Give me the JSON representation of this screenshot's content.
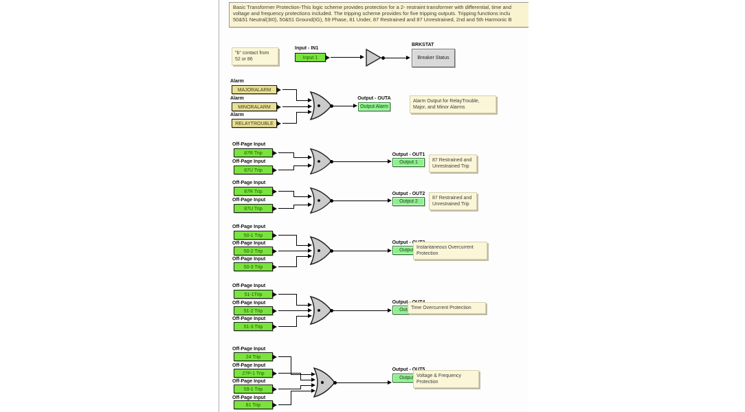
{
  "header": {
    "lines": [
      "Basic Transformer Protection-This logic scheme provides protection for a 2- restraint transformer with differential, time and",
      "voltage and frequency protections included. The tripping scheme provides for five tripping outputs. Tripping functions inclu",
      "50&51 Neutral(3I0), 50&51 Ground(IG), 59 Phase, 81 Under, 87 Restrained and 87 Unrestrained, 2nd and 5th Harmonic B"
    ]
  },
  "breaker": {
    "note": [
      "\"b\" contact from",
      "52 or 86"
    ],
    "input_label": "Input - IN1",
    "input_tag": "Input 1",
    "output_label": "BRKSTAT",
    "output_box": "Breaker Status"
  },
  "sections": [
    {
      "name": "alarm-or",
      "inputs": [
        {
          "label": "Alarm",
          "tag": "MAJORALARM"
        },
        {
          "label": "Alarm",
          "tag": "MINORALARM"
        },
        {
          "label": "Alarm",
          "tag": "RELAYTROUBLE"
        }
      ],
      "output_label": "Output - OUTA",
      "output_tag": "Output Alarm",
      "note": [
        "Alarm Output for RelayTrouble,",
        "Major, and Minor Alarms"
      ]
    },
    {
      "name": "out1-87-trip",
      "inputs": [
        {
          "label": "Off-Page Input",
          "tag": "87R Trip"
        },
        {
          "label": "Off-Page Input",
          "tag": "87U Trip"
        }
      ],
      "output_label": "Output - OUT1",
      "output_tag": "Output 1",
      "note": [
        "87 Restrained and",
        "Unrestrained Trip"
      ]
    },
    {
      "name": "out2-87-trip",
      "inputs": [
        {
          "label": "Off-Page Input",
          "tag": "87R Trip"
        },
        {
          "label": "Off-Page Input",
          "tag": "87U Trip"
        }
      ],
      "output_label": "Output - OUT2",
      "output_tag": "Output 2",
      "note": [
        "87 Restrained and",
        "Unrestrained Trip"
      ]
    },
    {
      "name": "out3-50-trip",
      "inputs": [
        {
          "label": "Off-Page Input",
          "tag": "50-1 Trip"
        },
        {
          "label": "Off-Page Input",
          "tag": "50-2 Trip"
        },
        {
          "label": "Off-Page Input",
          "tag": "50-3 Trip"
        }
      ],
      "output_label": "Output - OUT3",
      "output_tag": "Output 3",
      "note": [
        "Instantaneous Overcurrent",
        "Protection"
      ]
    },
    {
      "name": "out4-51-trip",
      "inputs": [
        {
          "label": "Off-Page Input",
          "tag": "51-1Trip"
        },
        {
          "label": "Off-Page Input",
          "tag": "51-2 Trip"
        },
        {
          "label": "Off-Page Input",
          "tag": "51-3 Trip"
        }
      ],
      "output_label": "Output - OUT4",
      "output_tag": "Output 4",
      "note": [
        "Time Overcurrent Protection"
      ]
    },
    {
      "name": "out5-voltage-freq",
      "inputs": [
        {
          "label": "Off-Page Input",
          "tag": "24 Trip"
        },
        {
          "label": "Off-Page Input",
          "tag": "27P-1 Trip"
        },
        {
          "label": "Off-Page Input",
          "tag": "59-1 Trip"
        },
        {
          "label": "Off-Page Input",
          "tag": "81 Trip"
        }
      ],
      "output_label": "Output - OUT5",
      "output_tag": "Output 5",
      "note": [
        "Voltage & Frequency",
        "Protection"
      ]
    }
  ],
  "colors": {
    "offpage_tag": "#79e53c",
    "alarm_tag": "#e9e095",
    "output_tag": "#90ee90",
    "status_box": "#d9d9d9",
    "note_bg": "#fbf6d8",
    "header_bg": "#faf3cf",
    "gate_fill": "#cbcbcb",
    "wire": "#000000"
  }
}
